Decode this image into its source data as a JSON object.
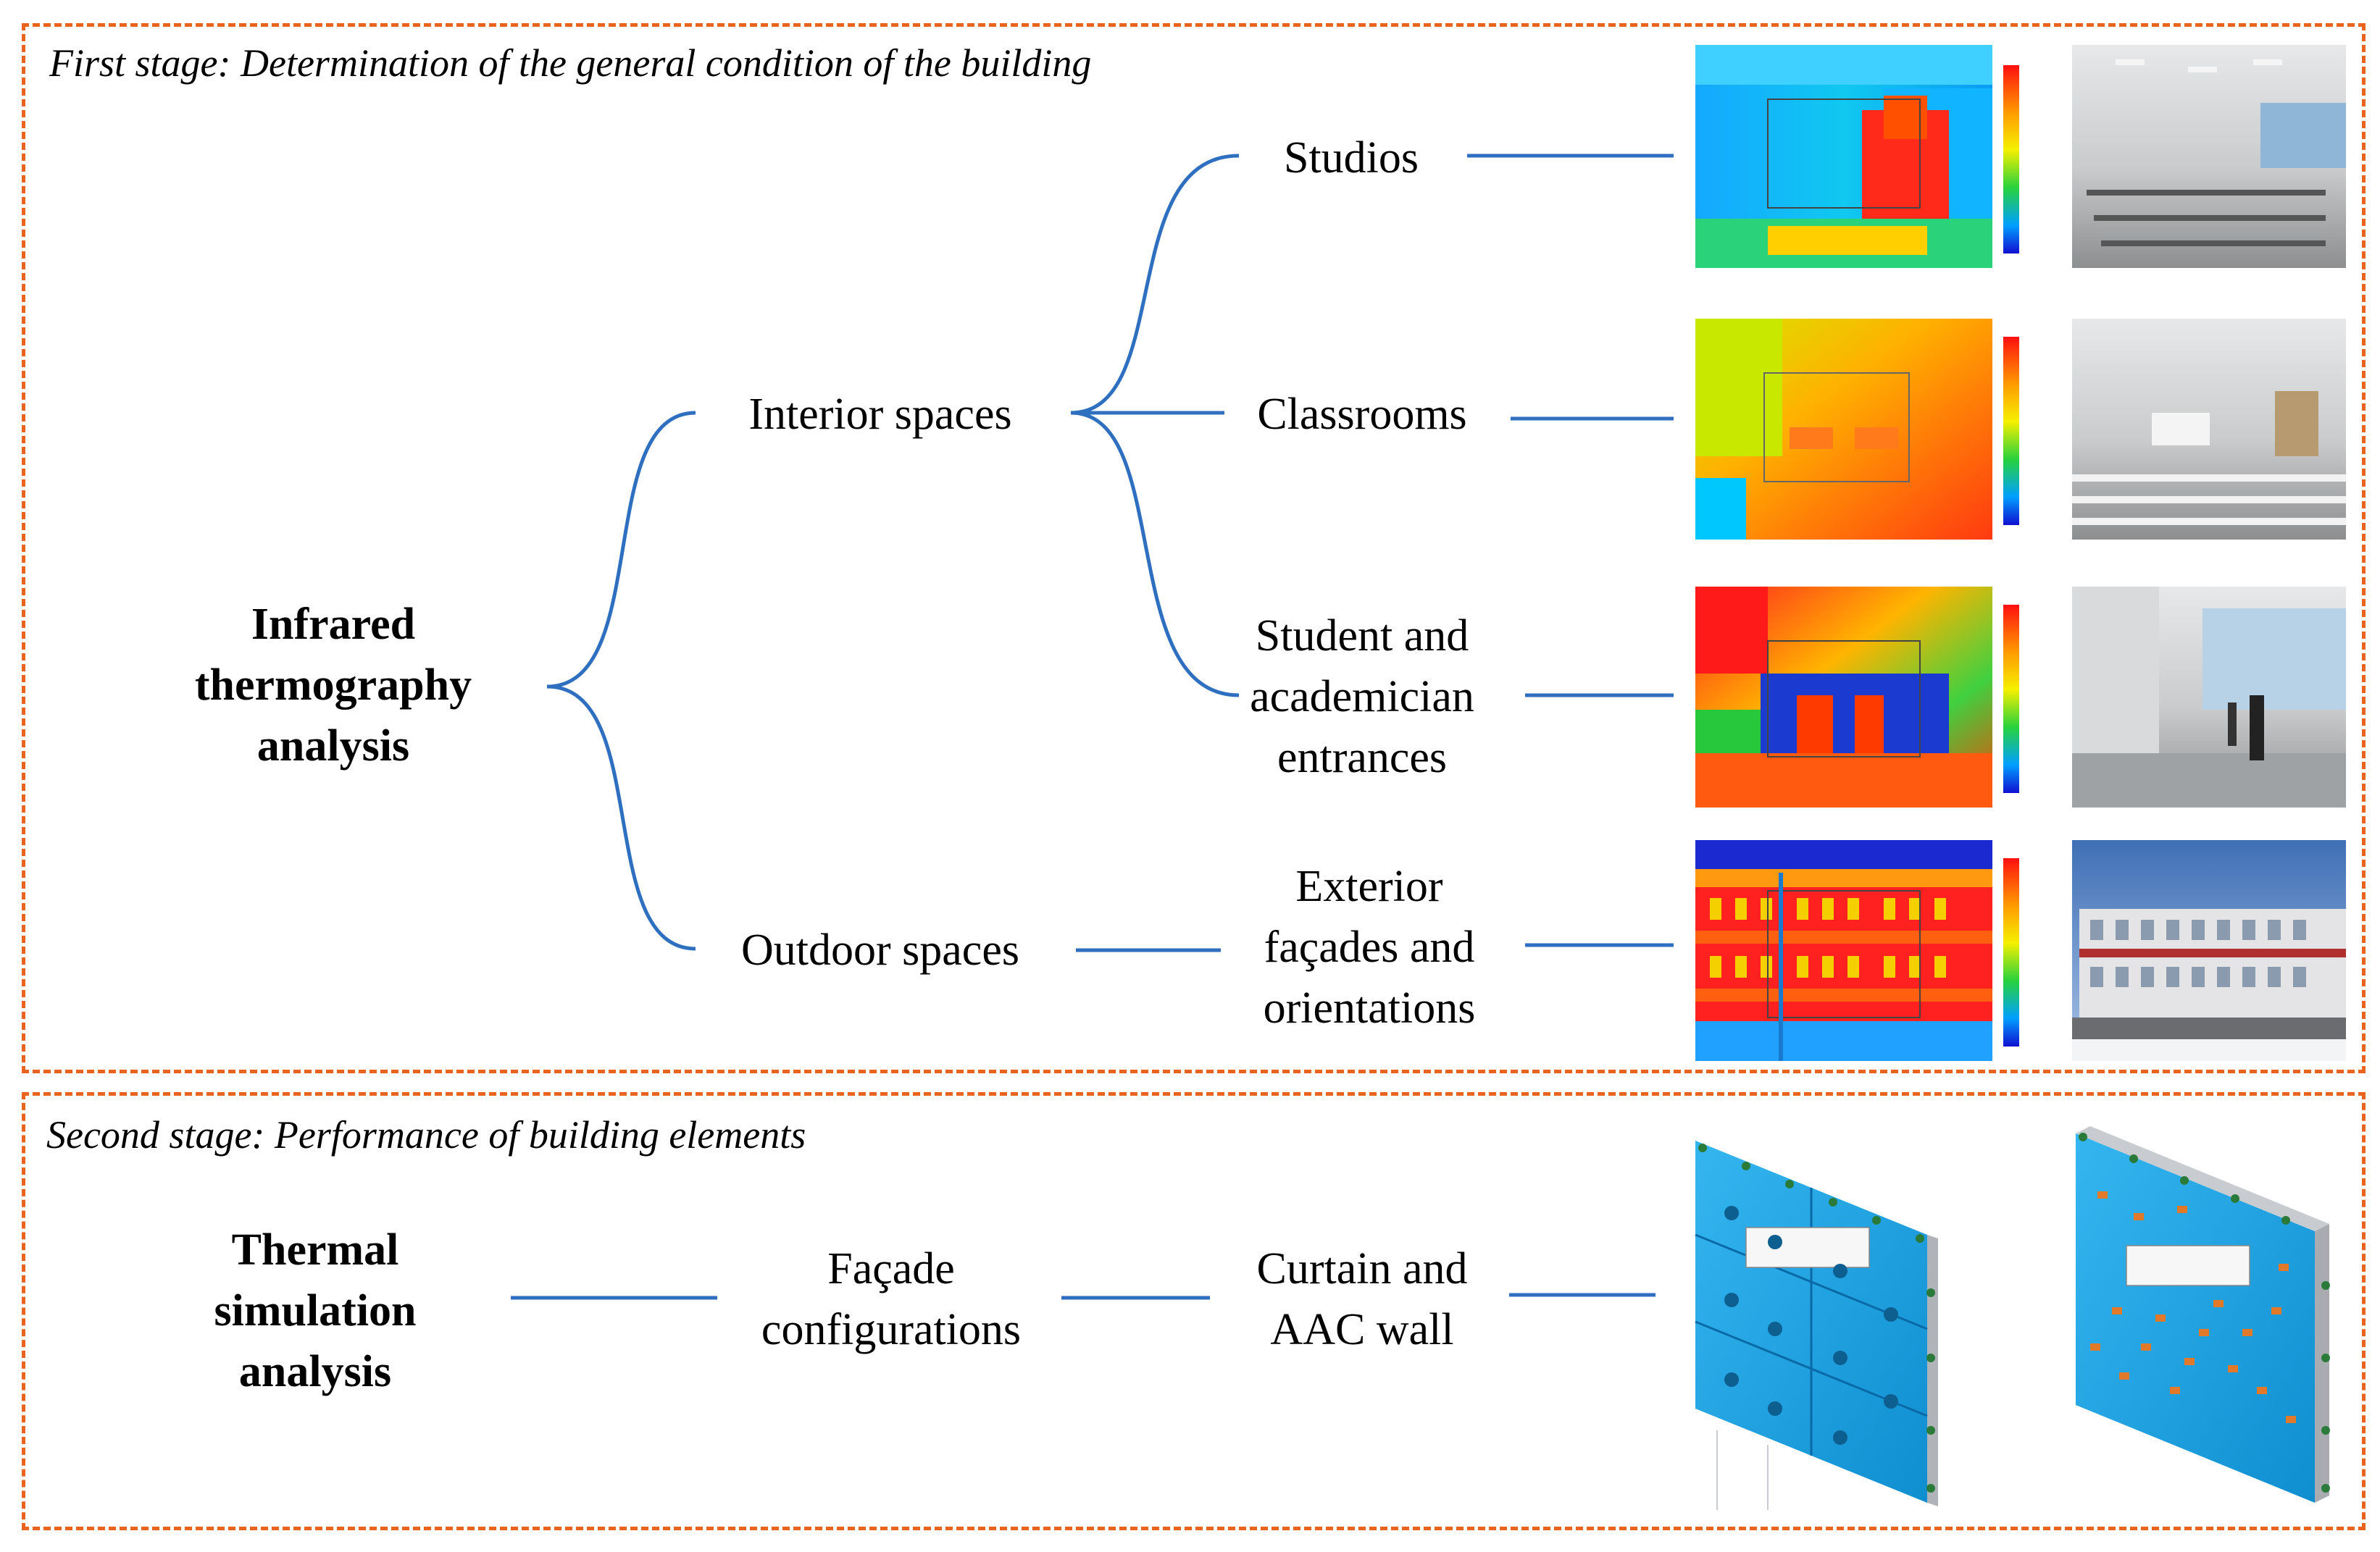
{
  "stage1": {
    "title": "First stage: Determination of the general condition of the building",
    "root": [
      "Infrared",
      "thermography",
      "analysis"
    ],
    "interior": "Interior spaces",
    "outdoor": "Outdoor spaces",
    "studios": "Studios",
    "classrooms": "Classrooms",
    "entrances": [
      "Student and",
      "academician",
      "entrances"
    ],
    "facades": [
      "Exterior",
      "façades and",
      "orientations"
    ]
  },
  "stage2": {
    "title": "Second stage: Performance of building elements",
    "root": [
      "Thermal",
      "simulation",
      "analysis"
    ],
    "facade_config": [
      "Façade",
      "configurations"
    ],
    "wall": [
      "Curtain and",
      "AAC wall"
    ]
  },
  "colors": {
    "dashed_border": "#e8641e",
    "connector": "#2f6fc0",
    "simulation_blue": "#1aa3e0",
    "simulation_orange": "#e07a2a"
  }
}
